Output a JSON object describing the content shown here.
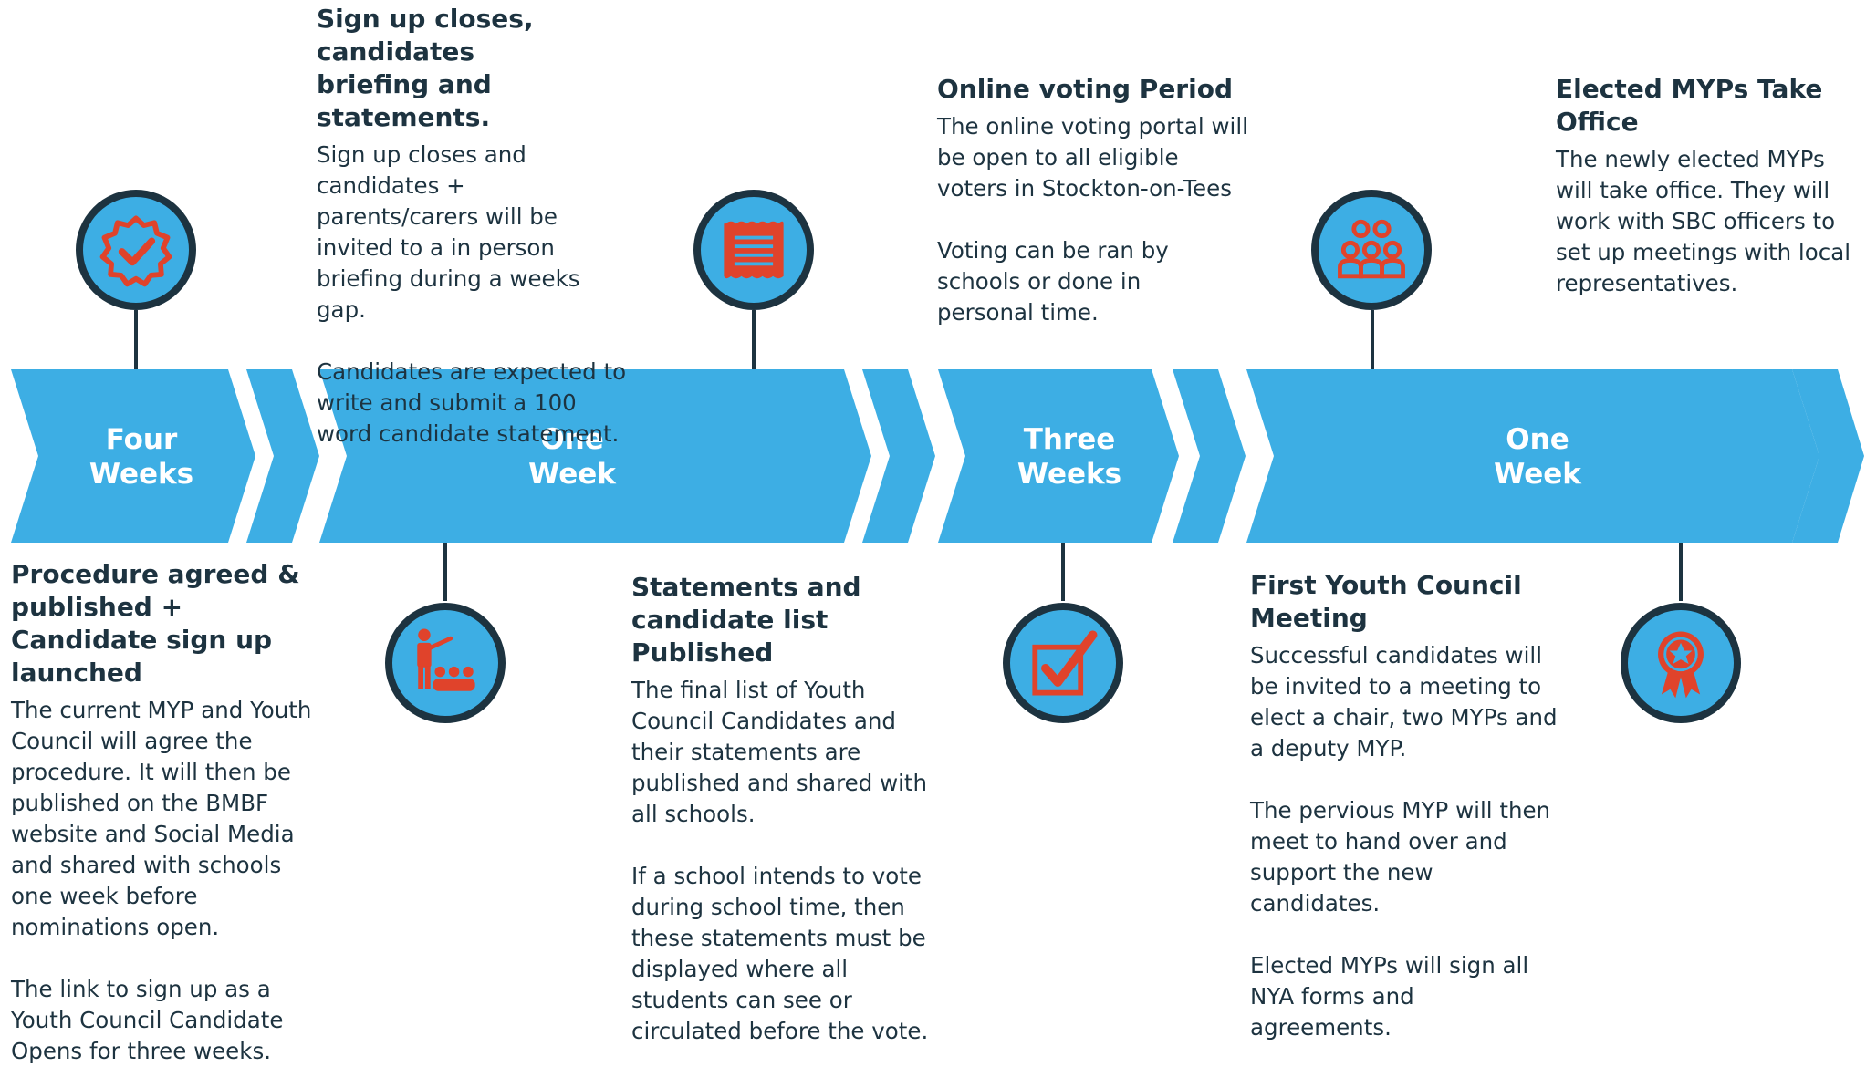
{
  "colors": {
    "band": "#3daee4",
    "dark": "#1d3340",
    "icon": "#e0432b",
    "text": "#1d3340"
  },
  "band": {
    "segments": [
      {
        "label_line1": "Four",
        "label_line2": "Weeks"
      },
      {
        "label_line1": "One",
        "label_line2": "Week"
      },
      {
        "label_line1": "Three",
        "label_line2": "Weeks"
      },
      {
        "label_line1": "One",
        "label_line2": "Week"
      }
    ]
  },
  "milestones": [
    {
      "icon": "badge-check-icon",
      "title": "Procedure agreed & published + Candidate sign up launched",
      "paragraphs": [
        "The current MYP and Youth Council will agree the procedure. It will then be published on the BMBF website and Social Media and shared with schools one week before nominations open.",
        "The link to sign up as a Youth Council Candidate Opens for three weeks."
      ]
    },
    {
      "icon": "presenter-audience-icon",
      "title": "Sign up closes, candidates briefing and statements.",
      "paragraphs": [
        "Sign up closes and candidates + parents/carers will be invited to a in person briefing during a weeks gap.",
        "Candidates are expected to write and submit a 100 word candidate statement."
      ]
    },
    {
      "icon": "document-icon",
      "title": "Statements and candidate list Published",
      "paragraphs": [
        "The final list of Youth Council Candidates and their statements are published and shared with all schools.",
        "If a school intends to vote during school time, then these statements must be displayed where all students can see or circulated before the vote."
      ]
    },
    {
      "icon": "checkbox-icon",
      "title": "Online voting Period",
      "paragraphs": [
        "The online voting portal will be open to all eligible voters in Stockton-on-Tees",
        "Voting can be ran by schools or done in personal time."
      ]
    },
    {
      "icon": "group-icon",
      "title": "First Youth Council Meeting",
      "paragraphs": [
        "Successful candidates will be invited to a meeting to elect a chair, two MYPs and a deputy MYP.",
        "The pervious MYP will then meet to hand over and support the new candidates.",
        "Elected MYPs will sign all NYA forms and agreements."
      ]
    },
    {
      "icon": "award-ribbon-icon",
      "title": "Elected MYPs Take Office",
      "paragraphs": [
        "The newly elected MYPs will take office. They will work with SBC officers to set up meetings with local representatives."
      ]
    }
  ]
}
